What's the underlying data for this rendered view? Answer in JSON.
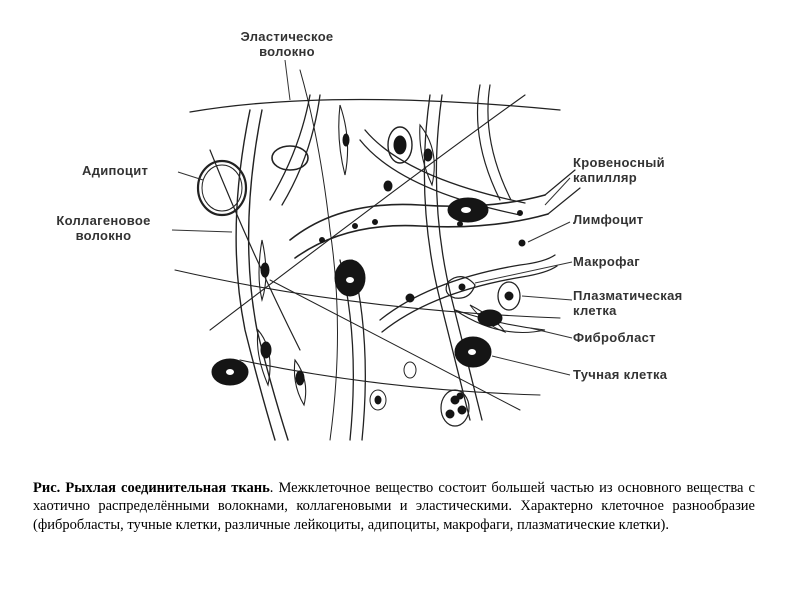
{
  "labels": {
    "elastic_fiber_1": "Эластическое",
    "elastic_fiber_2": "волокно",
    "adipocyte": "Адипоцит",
    "collagen_fiber_1": "Коллагеновое",
    "collagen_fiber_2": "волокно",
    "capillary_1": "Кровеносный",
    "capillary_2": "капилляр",
    "lymphocyte": "Лимфоцит",
    "macrophage": "Макрофаг",
    "plasma_cell_1": "Плазматическая",
    "plasma_cell_2": "клетка",
    "fibroblast": "Фибробласт",
    "mast_cell": "Тучная клетка"
  },
  "caption": {
    "title": "Рис. Рыхлая соединительная ткань",
    "body": ". Межклеточное вещество состоит большей частью из основного вещества с хаотично распределёнными волокнами, коллагеновыми и эластическими. Характерно клеточное разнообразие (фибробласты, тучные клетки, различные лейкоциты, адипоциты, макрофаги, плазматические клетки)."
  },
  "colors": {
    "ink": "#222222",
    "nucleus": "#151515",
    "label": "#333333"
  }
}
